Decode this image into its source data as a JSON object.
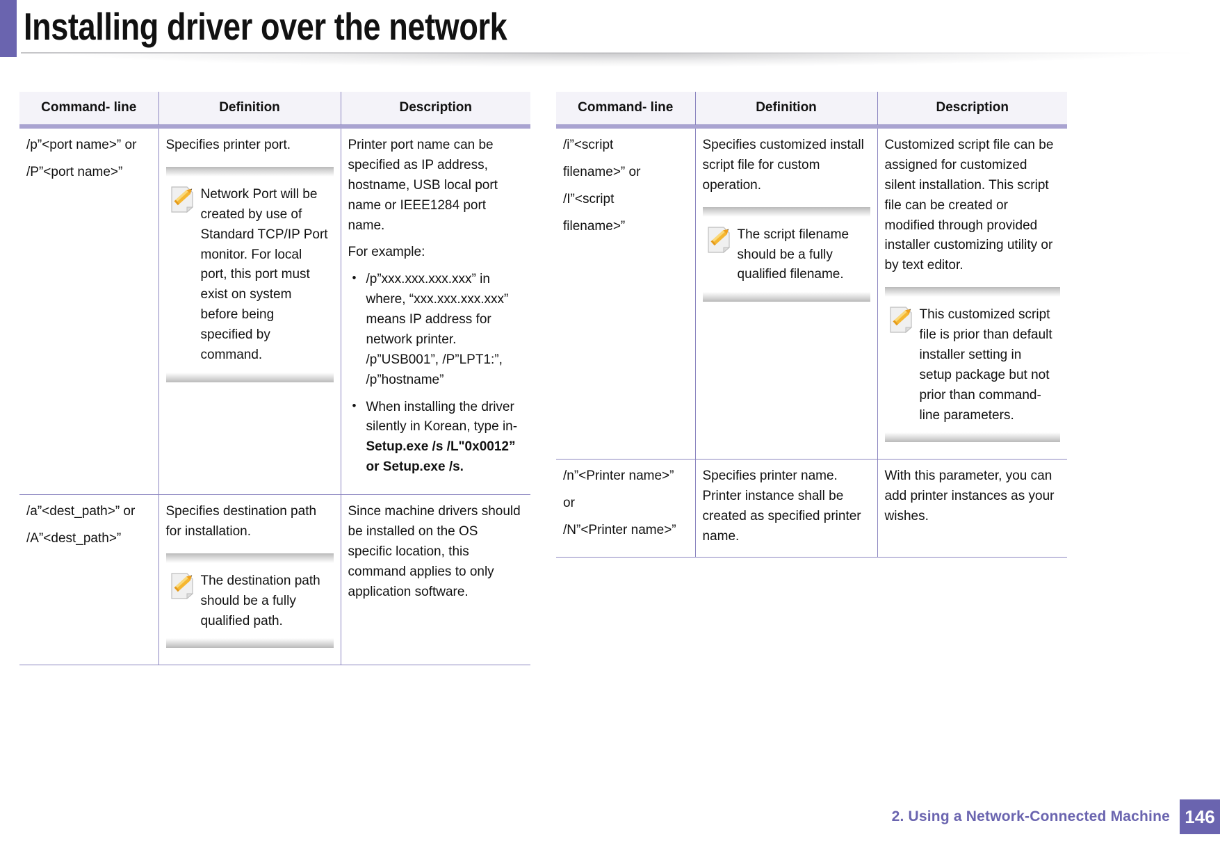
{
  "page": {
    "title": "Installing driver over the network",
    "accent_color": "#6A64AF",
    "table_border_color": "#8B85C0",
    "header_fill": "#F4F3F9"
  },
  "footer": {
    "chapter": "2.  Using a Network-Connected Machine",
    "page_number": "146"
  },
  "tables": {
    "left": {
      "headers": {
        "command": "Command- line",
        "definition": "Definition",
        "description": "Description"
      },
      "rows": [
        {
          "command_line1": "/p”<port name>” or",
          "command_line2": "/P”<port name>”",
          "definition_text": "Specifies printer port.",
          "definition_note": "Network Port will be created by use of Standard TCP/IP Port monitor. For local port, this port must exist on system before being specified by command.",
          "description_p1": "Printer port name can be specified as IP address, hostname, USB local port name or IEEE1284 port name.",
          "description_p2": "For example:",
          "description_bullets": [
            " /p”xxx.xxx.xxx.xxx” in where, “xxx.xxx.xxx.xxx” means IP address for network printer. /p”USB001”, /P”LPT1:”, /p”hostname”",
            "When installing the driver silently in Korean, type in-"
          ],
          "description_bold_tail": "Setup.exe /s /L\"0x0012” or Setup.exe /s."
        },
        {
          "command_line1": "/a”<dest_path>” or",
          "command_line2": "/A”<dest_path>”",
          "definition_text": "Specifies destination path for installation.",
          "definition_note": "The destination path should be a fully qualified path.",
          "description_p1": "Since machine drivers should be installed on the OS specific location, this command applies to only application software."
        }
      ]
    },
    "right": {
      "headers": {
        "command": "Command- line",
        "definition": "Definition",
        "description": "Description"
      },
      "rows": [
        {
          "command_line1": "/i”<script",
          "command_line2": "filename>” or",
          "command_line3": "/I”<script",
          "command_line4": "filename>”",
          "definition_text": "Specifies customized install script file for custom operation.",
          "definition_note": "The script filename should be a fully qualified filename.",
          "description_p1": "Customized script file can be assigned for customized silent installation. This script file can be created or modified through provided installer customizing utility or by text editor.",
          "description_note": "This customized script file is prior than default installer setting in setup package but not prior than command-line parameters."
        },
        {
          "command_line1": "/n”<Printer name>”",
          "command_line2": "or",
          "command_line3": "/N”<Printer name>”",
          "definition_text": "Specifies printer name. Printer instance shall be created as specified printer name.",
          "description_p1": "With this parameter, you can add printer instances as your wishes."
        }
      ]
    }
  },
  "icons": {
    "note": "note-pencil-icon"
  }
}
